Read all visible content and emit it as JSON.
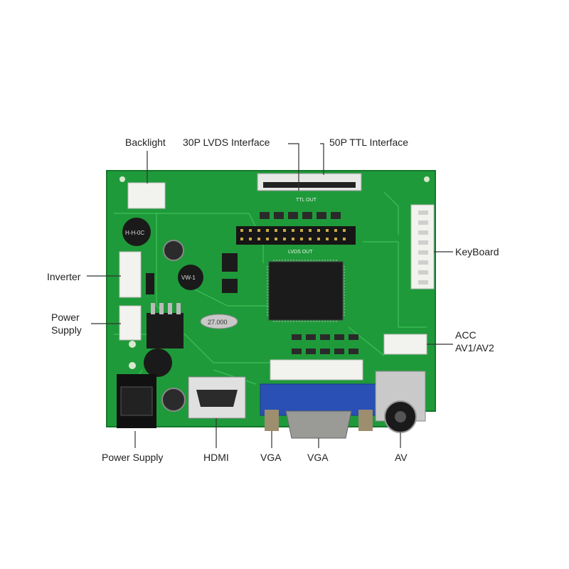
{
  "labels": {
    "backlight": "Backlight",
    "lvds": "30P LVDS Interface",
    "ttl": "50P TTL Interface",
    "keyboard": "KeyBoard",
    "inverter": "Inverter",
    "power_supply_left_line1": "Power",
    "power_supply_left_line2": "Supply",
    "acc_line1": "ACC",
    "acc_line2": "AV1/AV2",
    "power_supply_bottom": "Power Supply",
    "hdmi": "HDMI",
    "vga_1": "VGA",
    "vga_2": "VGA",
    "av": "AV"
  },
  "silkscreen": {
    "ttl_out": "TTL OUT",
    "lvds_out": "LVDS OUT",
    "crystal": "27.000",
    "inductor_1": "H-H-0C",
    "inductor_2": "VW-1"
  },
  "colors": {
    "pcb": "#1f9a3a",
    "pcb_trace": "#36b34f",
    "connector": "#f2f2ee",
    "vga_blue": "#2a4fb5",
    "chip": "#1b1b1b",
    "line": "#333333"
  }
}
